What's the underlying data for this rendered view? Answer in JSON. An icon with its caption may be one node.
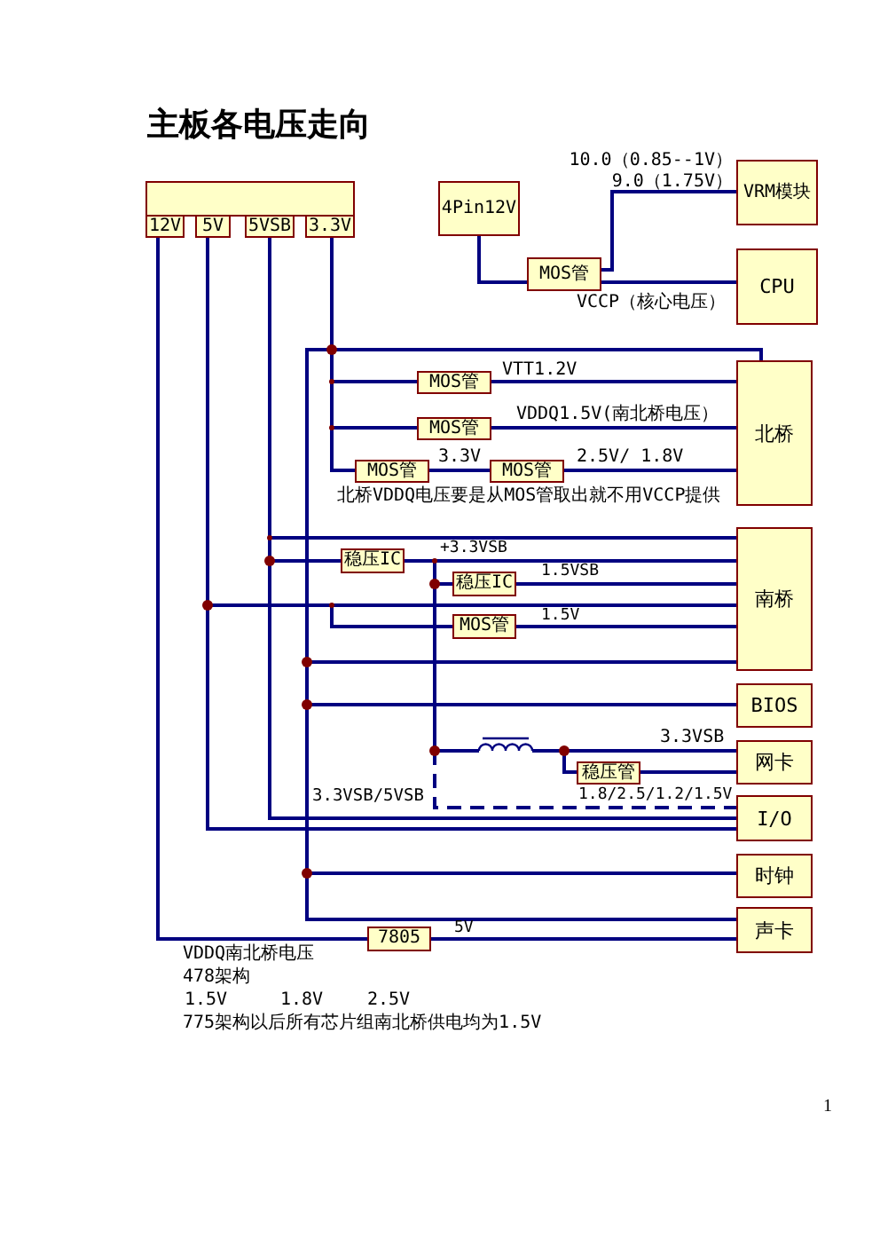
{
  "diagram": {
    "title": "主板各电压走向",
    "nodes": [
      {
        "text": [],
        "shape": "box"
      },
      {
        "text": [
          "12V"
        ]
      },
      {
        "text": [
          "5V"
        ]
      },
      {
        "text": [
          "5VSB"
        ]
      },
      {
        "text": [
          "3.3V"
        ]
      },
      {
        "text": [
          "4Pin12V"
        ]
      },
      {
        "text": [
          "MOS管"
        ]
      },
      {
        "text": [
          "VRM模块"
        ],
        "beside": [
          "10.0（0.85--1V）",
          "9.0（1.75V）"
        ]
      },
      {
        "text": [
          "CPU"
        ]
      },
      {
        "text": [
          "北桥"
        ]
      },
      {
        "text": [
          "MOS管"
        ]
      },
      {
        "text": [
          "MOS管"
        ]
      },
      {
        "text": [
          "MOS管"
        ]
      },
      {
        "text": [
          "MOS管"
        ]
      },
      {
        "text": [
          "南桥"
        ]
      },
      {
        "text": [
          "稳压IC"
        ]
      },
      {
        "text": [
          "稳压IC"
        ]
      },
      {
        "text": [
          "MOS管"
        ]
      },
      {
        "text": [
          "BIOS"
        ]
      },
      {
        "text": [
          "网卡"
        ]
      },
      {
        "text": [],
        "shape": "coil"
      },
      {
        "text": [
          "稳压管"
        ]
      },
      {
        "text": [
          "I/O"
        ]
      },
      {
        "text": [
          "时钟"
        ]
      },
      {
        "text": [
          "7805"
        ]
      },
      {
        "text": [
          "声卡"
        ]
      }
    ],
    "edges": [
      {
        "from": 5,
        "to": 6,
        "arrow": "none"
      },
      {
        "from": 6,
        "to": 7,
        "arrow": "none"
      },
      {
        "from": 6,
        "to": 8,
        "arrow": "none",
        "label": "VCCP（核心电压）"
      },
      {
        "from": 4,
        "to": 9,
        "arrow": "none"
      },
      {
        "from": 4,
        "to": 10,
        "arrow": "none"
      },
      {
        "from": 10,
        "to": 9,
        "arrow": "none",
        "label": "VTT1.2V"
      },
      {
        "from": 4,
        "to": 11,
        "arrow": "none"
      },
      {
        "from": 11,
        "to": 9,
        "arrow": "none",
        "label": "VDDQ1.5V(南北桥电压）"
      },
      {
        "from": 4,
        "to": 12,
        "arrow": "none"
      },
      {
        "from": 12,
        "to": 13,
        "arrow": "none",
        "label": "3.3V"
      },
      {
        "from": 13,
        "to": 9,
        "arrow": "none",
        "label": "2.5V/ 1.8V"
      },
      {
        "from": 3,
        "to": 14,
        "arrow": "none"
      },
      {
        "from": 3,
        "to": 15,
        "arrow": "none"
      },
      {
        "from": 15,
        "to": 14,
        "arrow": "none",
        "label": "+3.3VSB"
      },
      {
        "from": 15,
        "to": 16,
        "arrow": "none"
      },
      {
        "from": 16,
        "to": 14,
        "arrow": "none",
        "label": "1.5VSB"
      },
      {
        "from": 2,
        "to": 14,
        "arrow": "none"
      },
      {
        "from": 2,
        "to": 17,
        "arrow": "none"
      },
      {
        "from": 17,
        "to": 14,
        "arrow": "none",
        "label": "1.5V"
      },
      {
        "from": 4,
        "to": 14,
        "arrow": "none"
      },
      {
        "from": 4,
        "to": 18,
        "arrow": "none"
      },
      {
        "from": 15,
        "to": 20,
        "arrow": "none"
      },
      {
        "from": 20,
        "to": 19,
        "arrow": "none",
        "label": "3.3VSB"
      },
      {
        "from": 20,
        "to": 21,
        "arrow": "none"
      },
      {
        "from": 21,
        "to": 19,
        "arrow": "none",
        "label": "1.8/2.5/1.2/1.5V"
      },
      {
        "from": 15,
        "to": 22,
        "arrow": "none",
        "style": "dashed",
        "label": "3.3VSB/5VSB"
      },
      {
        "from": 3,
        "to": 22,
        "arrow": "none"
      },
      {
        "from": 2,
        "to": 22,
        "arrow": "none"
      },
      {
        "from": 4,
        "to": 23,
        "arrow": "none"
      },
      {
        "from": 4,
        "to": 25,
        "arrow": "none"
      },
      {
        "from": 1,
        "to": 24,
        "arrow": "none"
      },
      {
        "from": 24,
        "to": 25,
        "arrow": "none",
        "label": "5V"
      }
    ],
    "labels": [
      "北桥VDDQ电压要是从MOS管取出就不用VCCP提供",
      "VDDQ南北桥电压",
      "478架构",
      "1.5V",
      "1.8V",
      "2.5V",
      "775架构以后所有芯片组南北桥供电均为1.5V",
      "1"
    ]
  }
}
